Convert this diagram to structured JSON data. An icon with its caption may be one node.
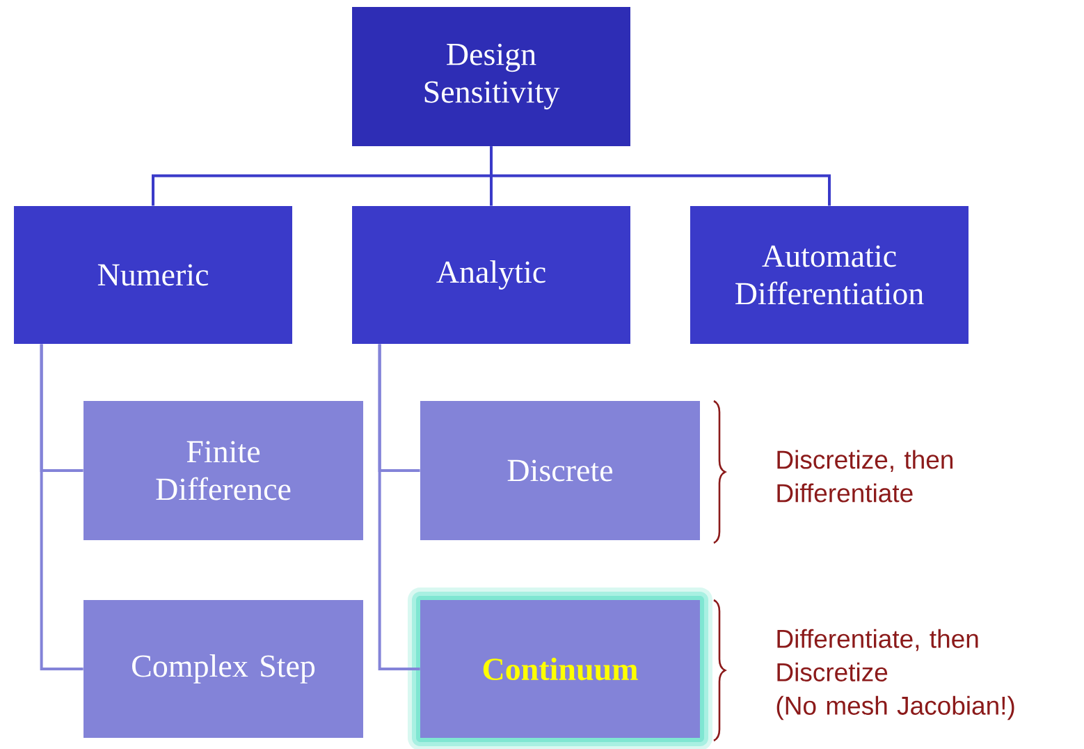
{
  "diagram": {
    "nodes": [
      {
        "text": [
          "Design Sensitivity"
        ]
      },
      {
        "text": [
          "Numeric"
        ]
      },
      {
        "text": [
          "Analytic"
        ]
      },
      {
        "text": [
          "Automatic Differentiation"
        ]
      },
      {
        "text": [
          "Finite Difference"
        ]
      },
      {
        "text": [
          "Complex Step"
        ]
      },
      {
        "text": [
          "Discrete"
        ],
        "beside": [
          "Discretize, then Differentiate"
        ]
      },
      {
        "text": [
          "Continuum"
        ],
        "beside": [
          "Differentiate, then Discretize",
          "(No mesh Jacobian!)"
        ]
      }
    ],
    "edges": [
      {
        "from": 0,
        "to": 1,
        "arrow": "none"
      },
      {
        "from": 0,
        "to": 2,
        "arrow": "none"
      },
      {
        "from": 0,
        "to": 3,
        "arrow": "none"
      },
      {
        "from": 1,
        "to": 4,
        "arrow": "none"
      },
      {
        "from": 1,
        "to": 5,
        "arrow": "none"
      },
      {
        "from": 2,
        "to": 6,
        "arrow": "none"
      },
      {
        "from": 2,
        "to": 7,
        "arrow": "none"
      }
    ]
  }
}
